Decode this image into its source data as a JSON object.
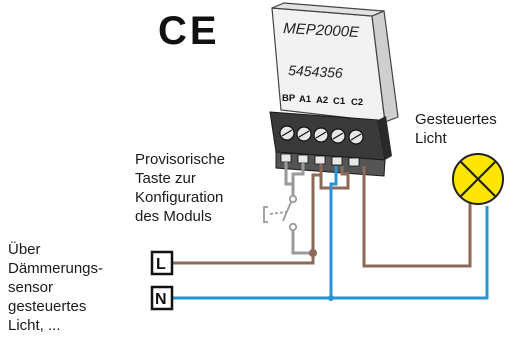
{
  "ce_mark": "CE",
  "module": {
    "model": "MEP2000E",
    "code": "5454356",
    "terminals": [
      "BP",
      "A1",
      "A2",
      "C1",
      "C2"
    ]
  },
  "labels": {
    "left_note": "Über\nDämmerungs-\nsensor\ngesteuertes\nLicht, ...",
    "temp_button": "Provisorische\nTaste zur\nKonfiguration\ndes Moduls",
    "controlled_light": "Gesteuertes\nLicht"
  },
  "supply": {
    "live": "L",
    "neutral": "N"
  },
  "colors": {
    "live_wire": "#8c6a55",
    "neutral_wire": "#2a93d5",
    "switch_wire": "#9a9a9a",
    "lamp_fill": "#ffe600",
    "module_body": "#efefef",
    "terminal_block": "#2a2a2a"
  },
  "icons": [
    "ce-mark-icon",
    "lamp-icon",
    "push-button-icon",
    "terminal-screw-icon"
  ]
}
